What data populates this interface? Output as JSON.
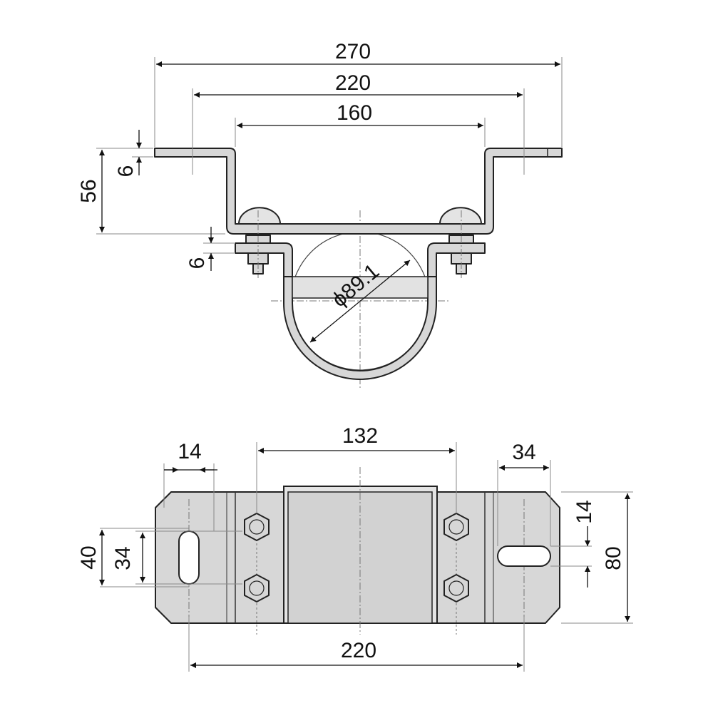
{
  "dimensions": {
    "front_view": {
      "overall_width": "270",
      "hole_pitch_outer": "220",
      "inner_width": "160",
      "height": "56",
      "plate_thickness_top": "6",
      "plate_thickness_clamp": "6",
      "pipe_diameter": "ϕ89.1"
    },
    "top_view": {
      "slot_width": "14",
      "bolt_pitch": "132",
      "slot_length": "34",
      "slot_outer": "40",
      "slot_inner": "34",
      "slot_width_right": "14",
      "plate_depth": "80",
      "hole_pitch_bottom": "220"
    }
  }
}
